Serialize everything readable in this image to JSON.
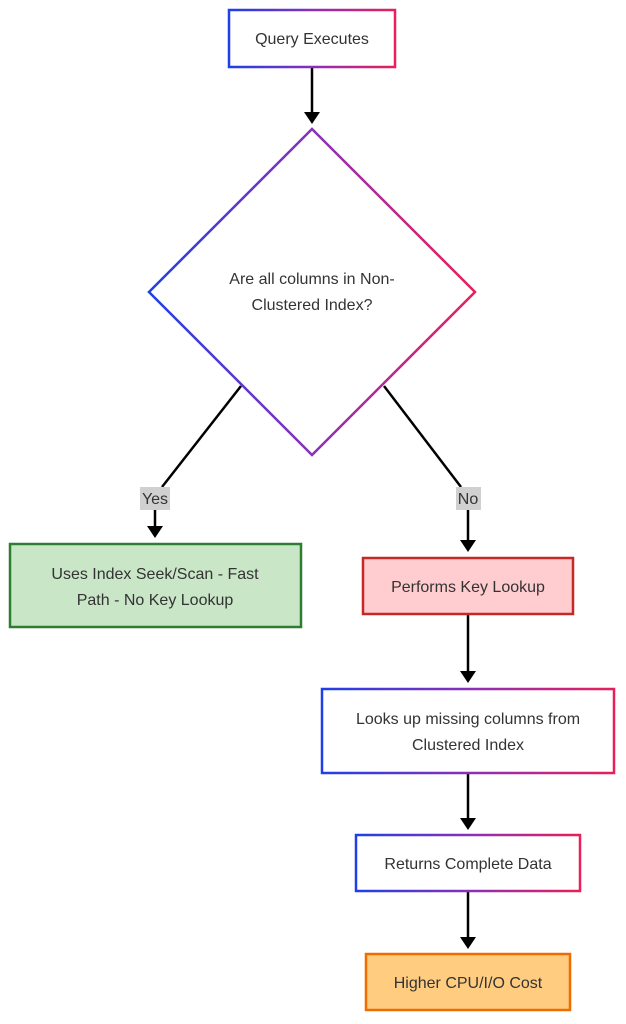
{
  "nodes": {
    "query_executes": "Query Executes",
    "decision_line1": "Are all columns in Non-",
    "decision_line2": "Clustered Index?",
    "fast_path_line1": "Uses Index Seek/Scan - Fast",
    "fast_path_line2": "Path - No Key Lookup",
    "key_lookup": "Performs Key Lookup",
    "looks_up_line1": "Looks up missing columns from",
    "looks_up_line2": "Clustered Index",
    "returns_data": "Returns Complete Data",
    "higher_cost": "Higher CPU/I/O Cost"
  },
  "edges": {
    "yes_label": "Yes",
    "no_label": "No"
  },
  "colors": {
    "gradient_start": "#1f3fe8",
    "gradient_end": "#ea1e5a",
    "green_fill": "#c9e6c7",
    "green_stroke": "#2e7d32",
    "red_fill": "#ffccd0",
    "red_stroke": "#c62828",
    "orange_fill": "#ffcc80",
    "orange_stroke": "#ef6c00",
    "edge_label_bg": "#d0d0d0",
    "line": "#000000"
  }
}
